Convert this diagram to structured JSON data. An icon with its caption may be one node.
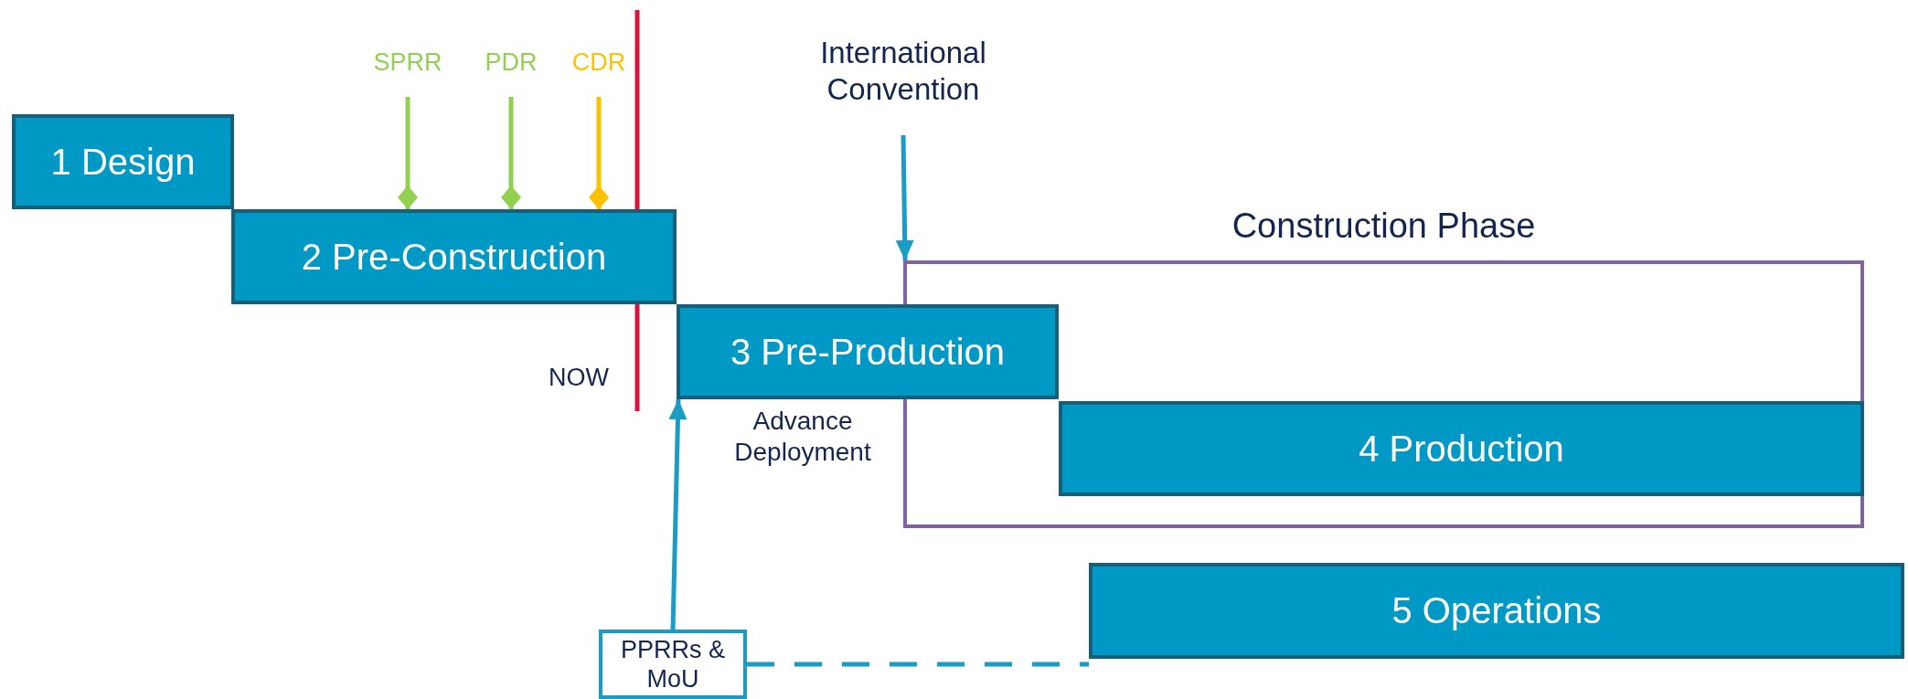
{
  "diagram": {
    "nodes": [
      {
        "text": [
          "SPRR"
        ]
      },
      {
        "text": [
          "PDR"
        ]
      },
      {
        "text": [
          "CDR"
        ]
      },
      {
        "text": [
          "International Convention"
        ]
      },
      {
        "text": [
          "1 Design"
        ]
      },
      {
        "text": [
          "2 Pre-Construction"
        ]
      },
      {
        "text": [
          "Construction Phase"
        ]
      },
      {
        "text": [
          "3 Pre-Production"
        ],
        "beside": [
          "Advance Deployment"
        ]
      },
      {
        "text": [
          "4 Production"
        ],
        "in": 6
      },
      {
        "text": [
          "5 Operations"
        ]
      },
      {
        "text": [
          "PPRRs & MoU"
        ]
      }
    ],
    "edges": [
      {
        "from": 0,
        "to": 5,
        "arrow": "other",
        "color": "#92d050"
      },
      {
        "from": 1,
        "to": 5,
        "arrow": "other",
        "color": "#92d050"
      },
      {
        "from": 2,
        "to": 5,
        "arrow": "other",
        "color": "#ffc000"
      },
      {
        "from": 3,
        "to": 6,
        "arrow": "to"
      },
      {
        "from": 10,
        "to": 7,
        "arrow": "to"
      },
      {
        "from": 10,
        "to": 9,
        "arrow": "none",
        "style": "dashed"
      }
    ],
    "labels": [
      "NOW"
    ]
  }
}
